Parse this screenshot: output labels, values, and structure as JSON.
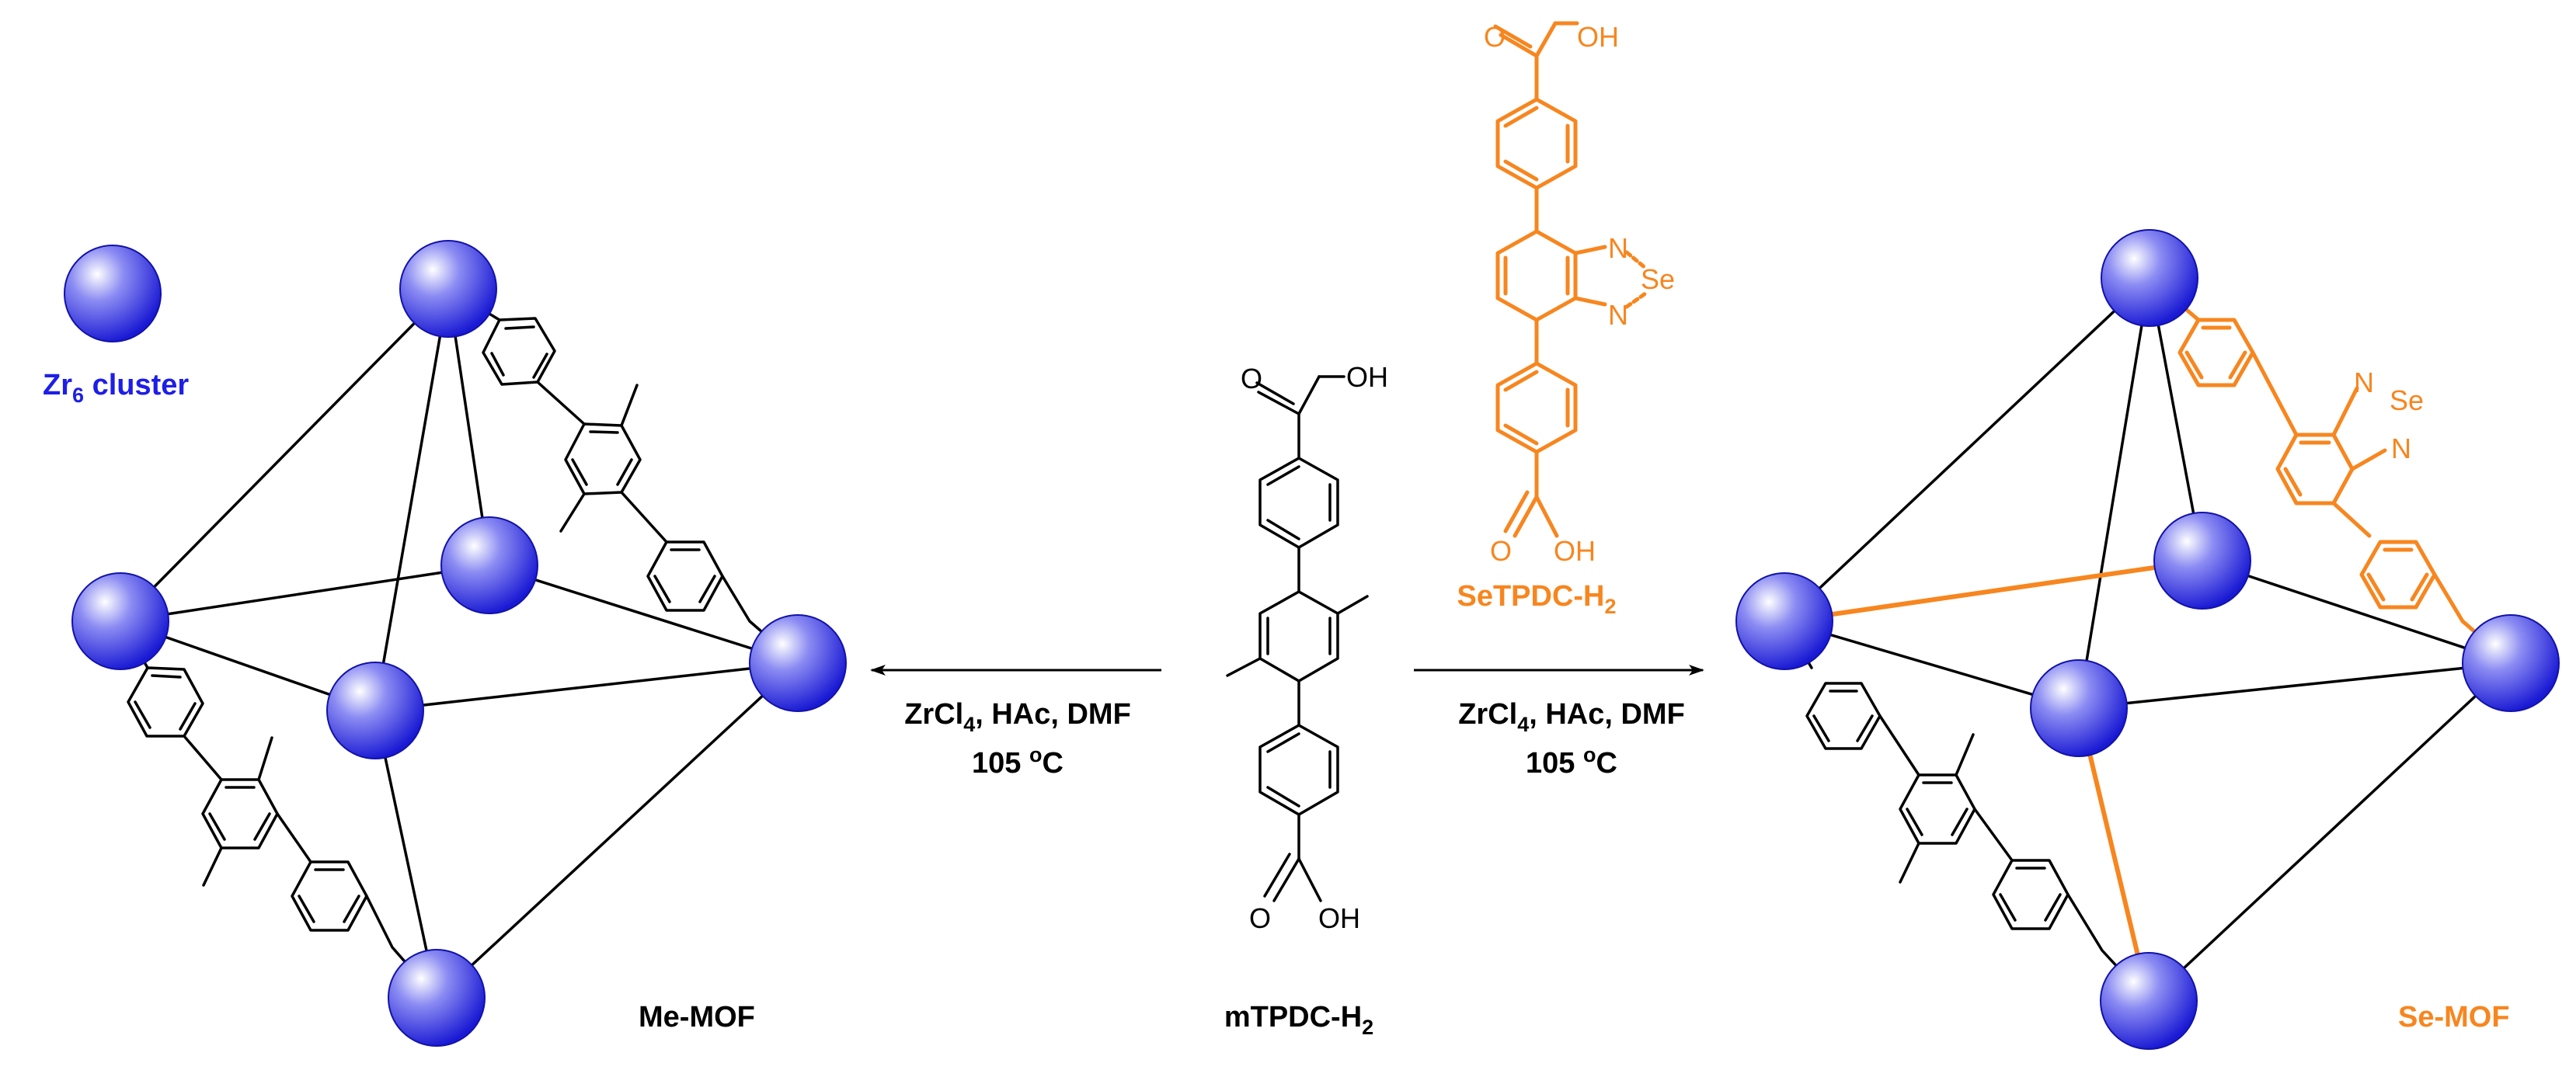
{
  "legend": {
    "cluster_label": "Zr",
    "cluster_sub": "6",
    "cluster_label_rest": " cluster"
  },
  "me_mof": {
    "label": "Me-MOF"
  },
  "se_mof": {
    "label": "Se-MOF"
  },
  "linker_m": {
    "name": "mTPDC-H",
    "name_sub": "2"
  },
  "linker_se": {
    "name": "SeTPDC-H",
    "name_sub": "2"
  },
  "atoms": {
    "O": "O",
    "OH": "OH",
    "N": "N",
    "Se": "Se"
  },
  "conditions_left": {
    "line1_a": "ZrCl",
    "line1_sub": "4",
    "line1_b": ", HAc, DMF",
    "line2_a": "105 ",
    "line2_sup": "o",
    "line2_b": "C"
  },
  "conditions_right": {
    "line1_a": "ZrCl",
    "line1_sub": "4",
    "line1_b": ", HAc, DMF",
    "line2_a": "105 ",
    "line2_sup": "o",
    "line2_b": "C"
  },
  "colors": {
    "sphere": "#2424e6",
    "orange": "#f7861f",
    "blue_text": "#1e1ee8"
  }
}
